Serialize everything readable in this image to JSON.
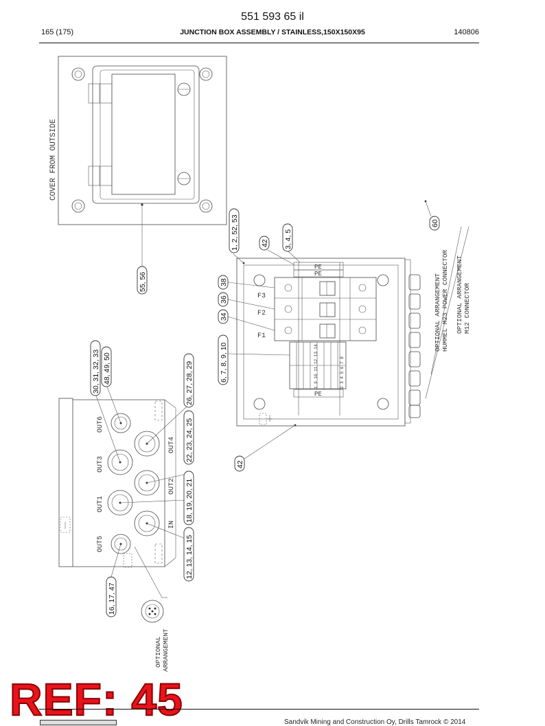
{
  "header": {
    "part_code": "551 593 65 il",
    "page": "165 (175)",
    "title": "JUNCTION BOX ASSEMBLY / STAINLESS,150X150X95",
    "date": "140806"
  },
  "drawing": {
    "cover_label": "COVER FROM OUTSIDE",
    "breaker_labels": [
      "F3",
      "F2",
      "F1"
    ],
    "pe_label": "PE",
    "terminal_top": "1 9 10 11 12 13 14",
    "terminal_bottom": "2 3 4 5 6 7 8",
    "optional_hummel": [
      "OPTIONAL ARRANGEMENT",
      "HUMMEL M23 POWER CONNECTOR"
    ],
    "optional_m12": [
      "OPTIONAL ARRANGEMENT",
      "M12 CONNECTOR"
    ],
    "optional_small": [
      "OPTIONAL",
      "ARRANGEMENT"
    ],
    "ports": {
      "out6": "OUT6",
      "out3": "OUT3",
      "out1": "OUT1",
      "out5": "OUT5",
      "out4": "OUT4",
      "out2": "OUT2",
      "in": "IN"
    },
    "callouts": {
      "c55": "55, 56",
      "c1": "1, 2, 52, 53",
      "c42a": "42",
      "c3": "3, 4, 5",
      "c60": "60",
      "c38": "38",
      "c36": "36",
      "c34": "34",
      "c6": "6, 7, 8, 9, 10",
      "c42b": "42",
      "c30": "30, 31, 32, 33",
      "c48": "48, 49, 50",
      "c26": "26, 27, 28, 29",
      "c22": "22, 23, 24, 25",
      "c18": "18, 19, 20, 21",
      "c12": "12, 13, 14, 15",
      "c16": "16, 17, 47"
    }
  },
  "watermark": "REF: 45",
  "footer": {
    "copyright": "Sandvik Mining and Construction Oy, Drills Tamrock © 2014"
  }
}
